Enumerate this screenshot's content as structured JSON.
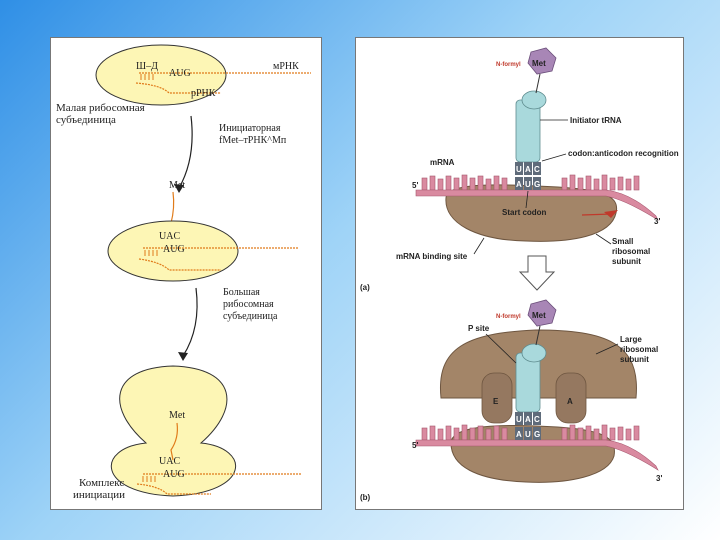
{
  "left": {
    "top": {
      "ud": "Ш–Д",
      "aug": "AUG",
      "mrna": "мРНК",
      "rrna": "рРНК",
      "small_subunit": [
        "Малая рибосомная",
        "субъединица"
      ]
    },
    "arrow1": [
      "Инициаторная",
      "fMet–тРНК^Mп"
    ],
    "mid": {
      "met": "Met",
      "uac": "UAC",
      "aug": "AUG"
    },
    "arrow2": [
      "Большая",
      "рибосомная",
      "субъединица"
    ],
    "bottom": {
      "met": "Met",
      "uac": "UAC",
      "aug": "AUG",
      "complex": [
        "Комплекс",
        "инициации"
      ]
    }
  },
  "right": {
    "a": {
      "nformyl": "N-formyl",
      "met": "Met",
      "initiator": "Initiator tRNA",
      "recognition": "codon:anticodon recognition",
      "mrna": "mRNA",
      "five": "5'",
      "three": "3'",
      "anticodon": [
        "U",
        "A",
        "C"
      ],
      "codon": [
        "A",
        "U",
        "G"
      ],
      "start_codon": "Start codon",
      "binding_site": "mRNA binding site",
      "small_subunit": [
        "Small",
        "ribosomal",
        "subunit"
      ],
      "tag": "(a)"
    },
    "b": {
      "nformyl": "N-formyl",
      "met": "Met",
      "p_site": "P site",
      "large_subunit": [
        "Large",
        "ribosomal",
        "subunit"
      ],
      "e": "E",
      "a": "A",
      "anticodon": [
        "U",
        "A",
        "C"
      ],
      "codon": [
        "A",
        "U",
        "G"
      ],
      "five": "5'",
      "three": "3'",
      "tag": "(b)"
    }
  },
  "colors": {
    "ribosome_light": "#fdf6b5",
    "ribosome_brown": "#a38568",
    "trna": "#a9d9dc",
    "mrna": "#d98aa0",
    "met": "#a886b6",
    "orange": "#e07b1a"
  }
}
